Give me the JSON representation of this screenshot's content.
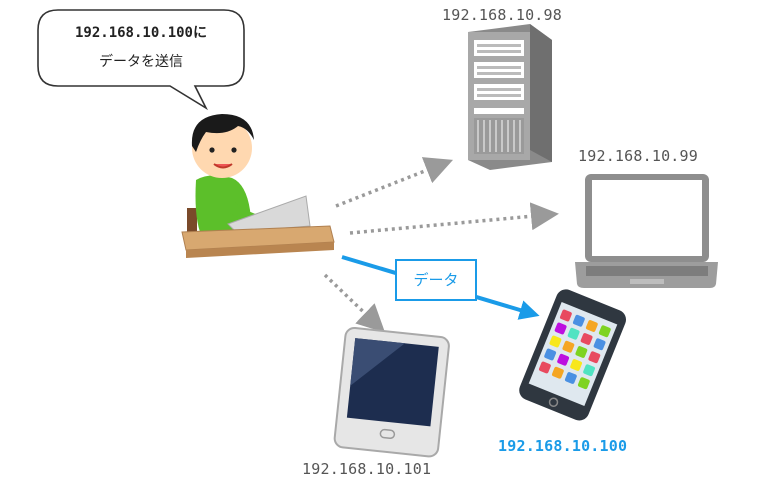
{
  "bubble": {
    "line1": "192.168.10.100に",
    "line2": "データを送信"
  },
  "data_label": "データ",
  "hosts": {
    "server": {
      "ip": "192.168.10.98"
    },
    "laptop": {
      "ip": "192.168.10.99"
    },
    "smartphone": {
      "ip": "192.168.10.100"
    },
    "tablet": {
      "ip": "192.168.10.101"
    }
  },
  "colors": {
    "accent": "#1a9be8",
    "dotted": "#9a9a9a",
    "shirt": "#5cbf2a",
    "desk": "#d8a870"
  }
}
